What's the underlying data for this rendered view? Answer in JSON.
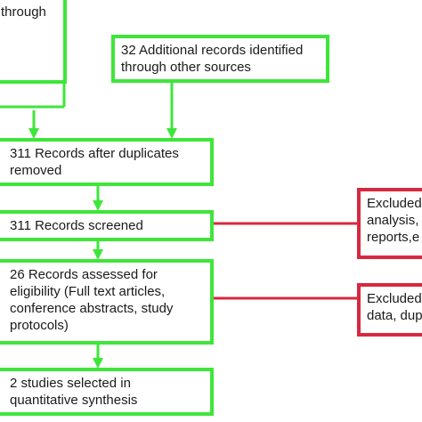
{
  "flow": {
    "box_a": {
      "text": "through"
    },
    "box_b": {
      "text": "32 Additional records identified\nthrough other sources"
    },
    "box_c": {
      "text": "311 Records after duplicates\nremoved"
    },
    "box_d": {
      "text": "311 Records screened"
    },
    "box_e": {
      "text": "26 Records assessed for\neligibility (Full text articles,\nconference abstracts, study\nprotocols)"
    },
    "box_f": {
      "text": "2 studies selected in\nquantitative synthesis"
    },
    "excl_1": {
      "text": "Excluded\nanalysis,\nreports,e"
    },
    "excl_2": {
      "text": "Excluded\ndata, dup"
    }
  },
  "colors": {
    "include": "#3ee63a",
    "exclude": "#d8283f"
  }
}
